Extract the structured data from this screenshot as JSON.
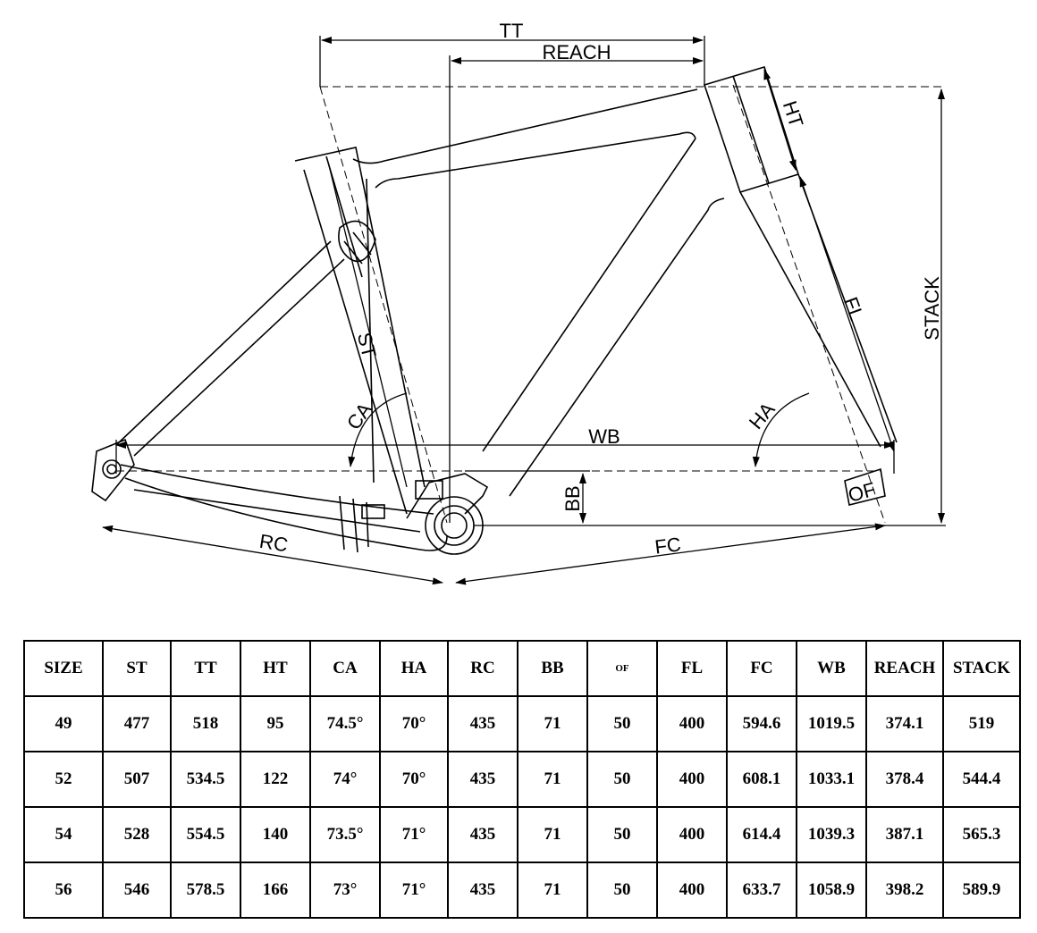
{
  "labels": {
    "tt": "TT",
    "reach": "REACH",
    "ht": "HT",
    "stack": "STACK",
    "fl": "FL",
    "st": "ST",
    "ca": "CA",
    "ha": "HA",
    "wb": "WB",
    "bb": "BB",
    "of": "OF",
    "rc": "RC",
    "fc": "FC"
  },
  "table": {
    "headers": [
      "SIZE",
      "ST",
      "TT",
      "HT",
      "CA",
      "HA",
      "RC",
      "BB",
      "OF",
      "FL",
      "FC",
      "WB",
      "REACH",
      "STACK"
    ],
    "rows": [
      [
        "49",
        "477",
        "518",
        "95",
        "74.5°",
        "70°",
        "435",
        "71",
        "50",
        "400",
        "594.6",
        "1019.5",
        "374.1",
        "519"
      ],
      [
        "52",
        "507",
        "534.5",
        "122",
        "74°",
        "70°",
        "435",
        "71",
        "50",
        "400",
        "608.1",
        "1033.1",
        "378.4",
        "544.4"
      ],
      [
        "54",
        "528",
        "554.5",
        "140",
        "73.5°",
        "71°",
        "435",
        "71",
        "50",
        "400",
        "614.4",
        "1039.3",
        "387.1",
        "565.3"
      ],
      [
        "56",
        "546",
        "578.5",
        "166",
        "73°",
        "71°",
        "435",
        "71",
        "50",
        "400",
        "633.7",
        "1058.9",
        "398.2",
        "589.9"
      ]
    ]
  }
}
